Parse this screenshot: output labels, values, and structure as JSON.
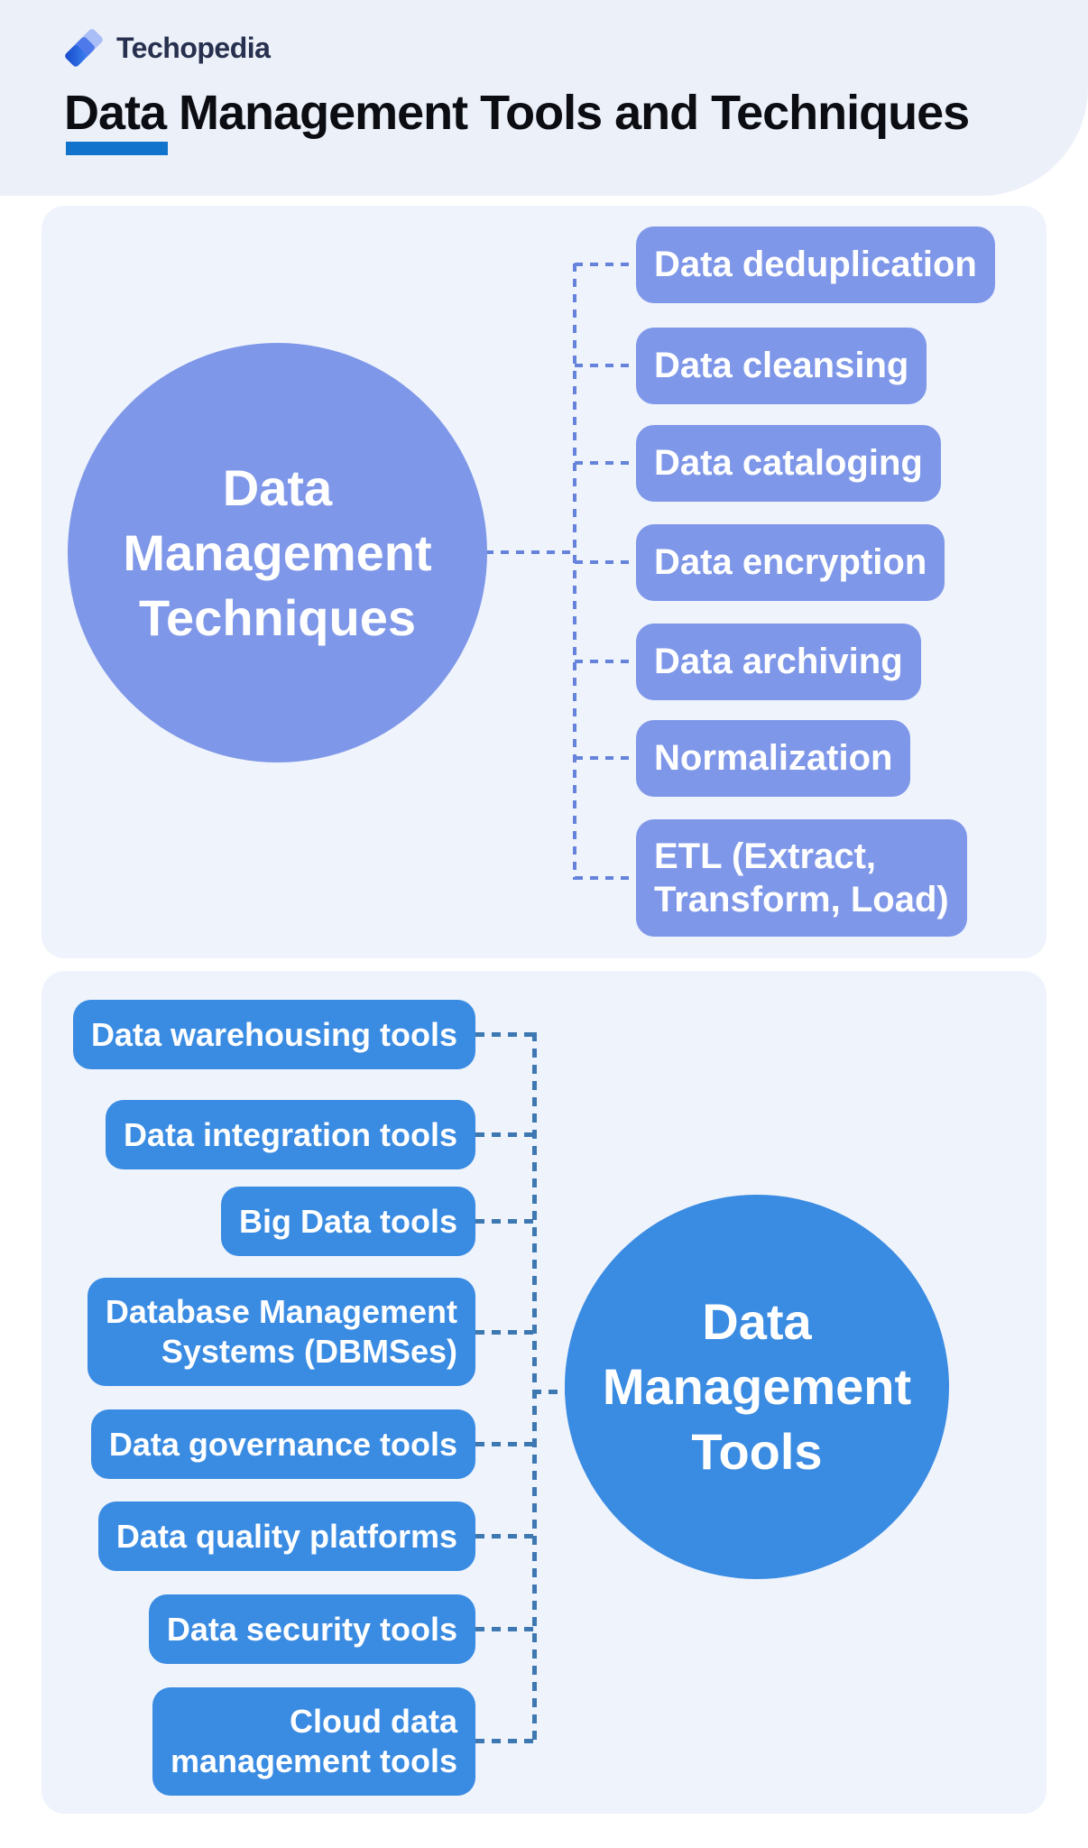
{
  "header": {
    "brand": "Techopedia",
    "title": "Data Management Tools and Techniques"
  },
  "colors": {
    "header_background": "#ECF0F9",
    "panel_background": "#EEF3FC",
    "techniques_accent": "#7F97E8",
    "techniques_connector": "#6583DB",
    "tools_accent": "#3A8BE2",
    "tools_connector": "#3E78B2",
    "title_underline": "#1273CC",
    "logo_light": "#A9BDF6",
    "logo_mid": "#4E79EA",
    "logo_dark": "#1F58DA"
  },
  "techniques_section": {
    "circle_label": "Data Management Techniques",
    "circle_lines": [
      "Data",
      "Management",
      "Techniques"
    ],
    "items": [
      {
        "label": "Data deduplication"
      },
      {
        "label": "Data cleansing"
      },
      {
        "label": "Data cataloging"
      },
      {
        "label": "Data encryption"
      },
      {
        "label": "Data archiving"
      },
      {
        "label": "Normalization"
      },
      {
        "label": "ETL (Extract, Transform, Load)",
        "lines": [
          "ETL (Extract,",
          "Transform, Load)"
        ]
      }
    ]
  },
  "tools_section": {
    "circle_label": "Data Management Tools",
    "circle_lines": [
      "Data",
      "Management",
      "Tools"
    ],
    "items": [
      {
        "label": "Data warehousing tools"
      },
      {
        "label": "Data integration tools"
      },
      {
        "label": "Big Data tools"
      },
      {
        "label": "Database Management Systems (DBMSes)",
        "lines": [
          "Database Management",
          "Systems (DBMSes)"
        ]
      },
      {
        "label": "Data governance tools"
      },
      {
        "label": "Data quality platforms"
      },
      {
        "label": "Data security tools"
      },
      {
        "label": "Cloud data management tools",
        "lines": [
          "Cloud data",
          "management tools"
        ]
      }
    ]
  }
}
